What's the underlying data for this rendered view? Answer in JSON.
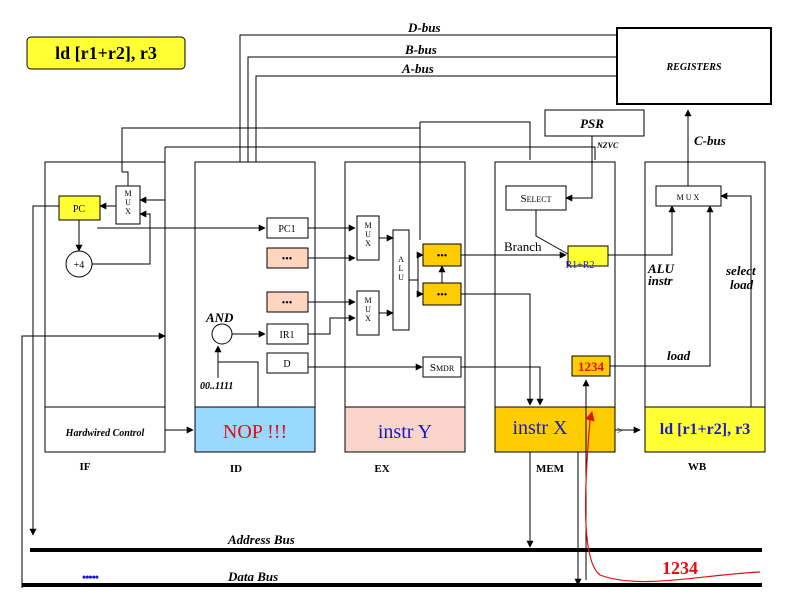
{
  "title_badge": "ld [r1+r2], r3",
  "buses": {
    "d": "D-bus",
    "b": "B-bus",
    "a": "A-bus",
    "c": "C-bus",
    "address": "Address Bus",
    "data": "Data Bus"
  },
  "registers": "REGISTERS",
  "psr": {
    "label": "PSR",
    "flags": "NZVC"
  },
  "mux_label": "M U X",
  "alu_label": "A L U",
  "ellipsis": "•••",
  "select": {
    "big": "S",
    "rest": "ELECT"
  },
  "smdr": {
    "big": "S",
    "rest": "MDR"
  },
  "pc": "PC",
  "plus4": "+4",
  "pc1": "PC1",
  "ir1": "IR1",
  "d_reg": "D",
  "and_label": "AND",
  "and_const": "00..1111",
  "branch": "Branch",
  "r1r2": "R1+R2",
  "alu_instr": {
    "line1": "ALU",
    "line2": "instr"
  },
  "select_load": {
    "line1": "select",
    "line2": "load"
  },
  "load": "load",
  "mem_value": "1234",
  "data_value": "1234",
  "dots": "•••••",
  "stages": {
    "if": {
      "name": "IF",
      "status": "Hardwired Control"
    },
    "id": {
      "name": "ID",
      "status": "NOP !!!"
    },
    "ex": {
      "name": "EX",
      "status": "instr Y"
    },
    "mem": {
      "name": "MEM",
      "status": "instr X"
    },
    "wb": {
      "name": "WB",
      "status": "ld [r1+r2], r3"
    }
  },
  "colors": {
    "badge": "#ffff33",
    "id_status": "#99d8ff",
    "ex_status": "#f8d5c8",
    "mem_status": "#ffcc00",
    "wb_status": "#ffff33",
    "yellow_reg": "#ffcc00",
    "peach_reg": "#ffd5c0",
    "blue_text": "#1a1acc",
    "red_text": "#e01010"
  }
}
